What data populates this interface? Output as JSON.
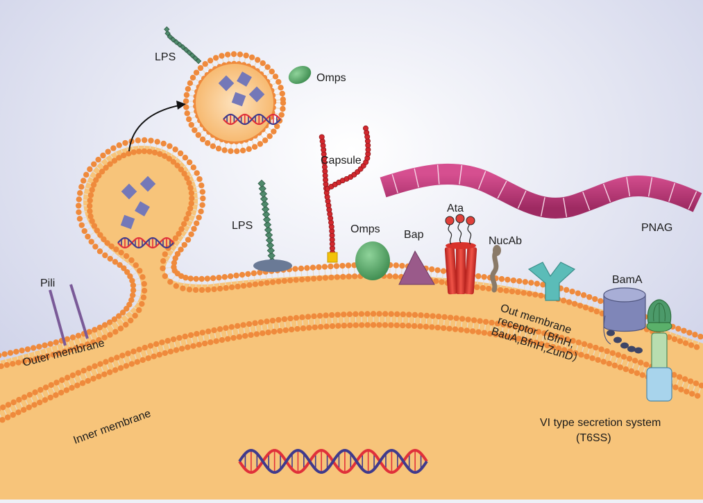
{
  "labels": {
    "lps_vesicle": "LPS",
    "omps_vesicle": "Omps",
    "capsule": "Capsule",
    "lps": "LPS",
    "omps": "Omps",
    "bap": "Bap",
    "ata": "Ata",
    "nucab": "NucAb",
    "pnag": "PNAG",
    "pili": "Pili",
    "bama": "BamA",
    "receptor_line1": "Out membrane",
    "receptor_line2": "receptor（BfnH,",
    "receptor_line3": "BauA,BfnH,ZunD）",
    "t6ss_line1": "VI type secretion system",
    "t6ss_line2": "(T6SS)",
    "outer_membrane": "Outer membrane",
    "inner_membrane": "Inner membrane"
  },
  "colors": {
    "background_center": "#ffffff",
    "background_edge": "#c9cde6",
    "cytoplasm": "#f7c47a",
    "membrane_bead": "#ef8a3c",
    "membrane_tail": "#f3e8d8",
    "pnag": "#c0407a",
    "lps": "#4f8a6c",
    "capsule": "#d2282e",
    "omps": "#5ba86a",
    "bap": "#9a5a8a",
    "ata": "#e0403a",
    "receptor": "#5bbcb8",
    "bama": "#7f86b8",
    "t6ss": "#4c9a6a",
    "dna_red": "#e0303a",
    "dna_blue": "#403a8c",
    "diamond": "#7478b8"
  }
}
